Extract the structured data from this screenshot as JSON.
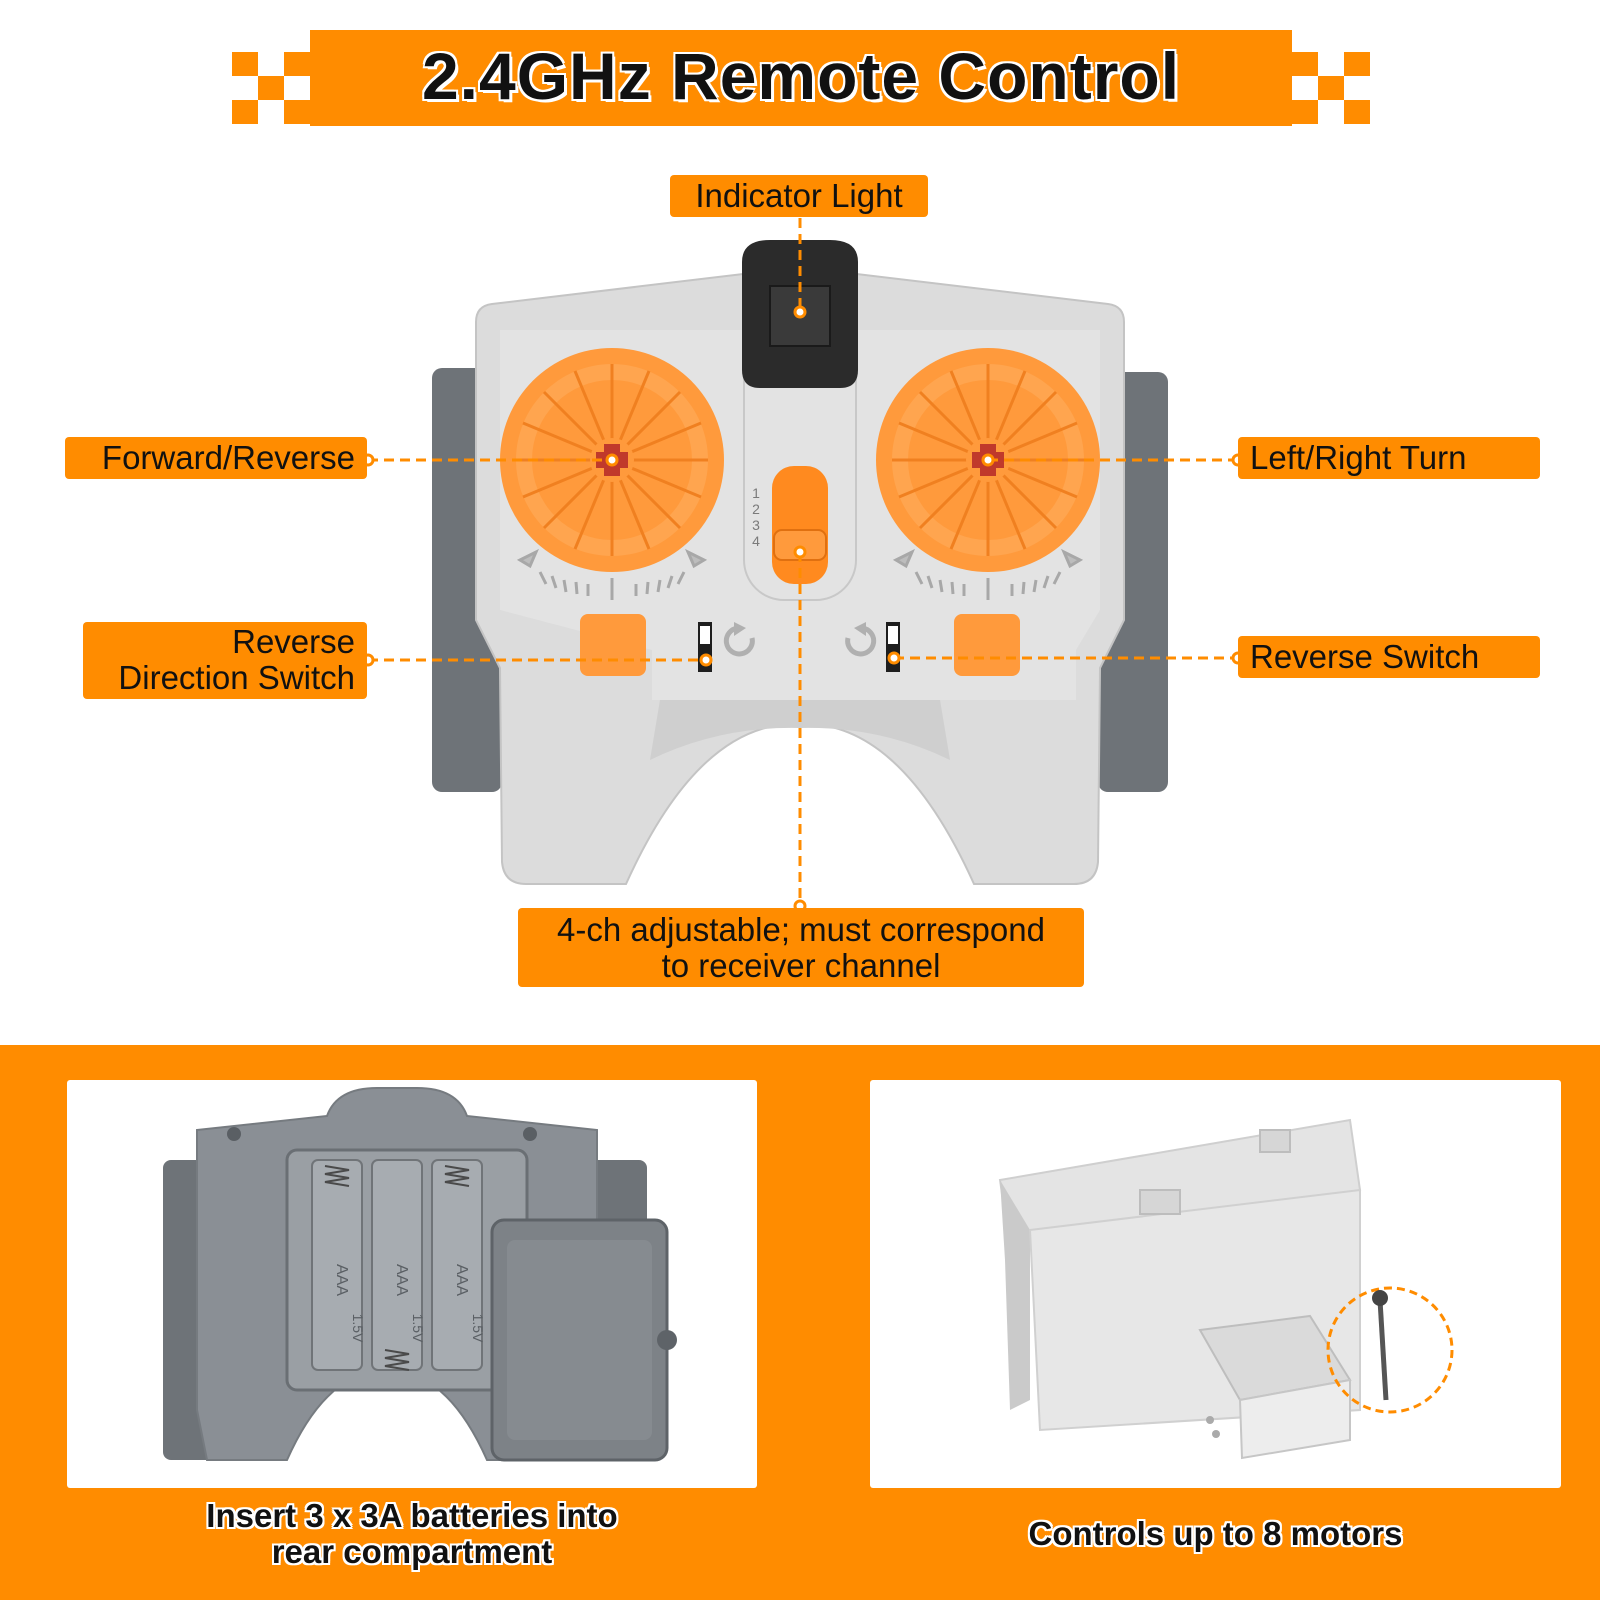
{
  "title": "2.4GHz Remote Control",
  "callouts": {
    "indicator_light": "Indicator Light",
    "forward_reverse": "Forward/Reverse",
    "left_right_turn": "Left/Right Turn",
    "reverse_direction_switch_line1": "Reverse",
    "reverse_direction_switch_line2": "Direction Switch",
    "reverse_switch": "Reverse Switch",
    "channel_line1": "4-ch adjustable; must correspond",
    "channel_line2": "to receiver channel"
  },
  "channel_numbers": [
    "1",
    "2",
    "3",
    "4"
  ],
  "battery_markings": [
    "AAA",
    "1.5V"
  ],
  "captions": {
    "battery_line1": "Insert 3 x 3A batteries into",
    "battery_line2": "rear compartment",
    "motors": "Controls up to 8 motors"
  },
  "colors": {
    "accent_orange": "#FF8C00",
    "dial_orange": "#FF9A3C",
    "body_light_gray": "#D9D9D9",
    "body_dark_gray": "#6E7378",
    "text_dark": "#111111"
  }
}
